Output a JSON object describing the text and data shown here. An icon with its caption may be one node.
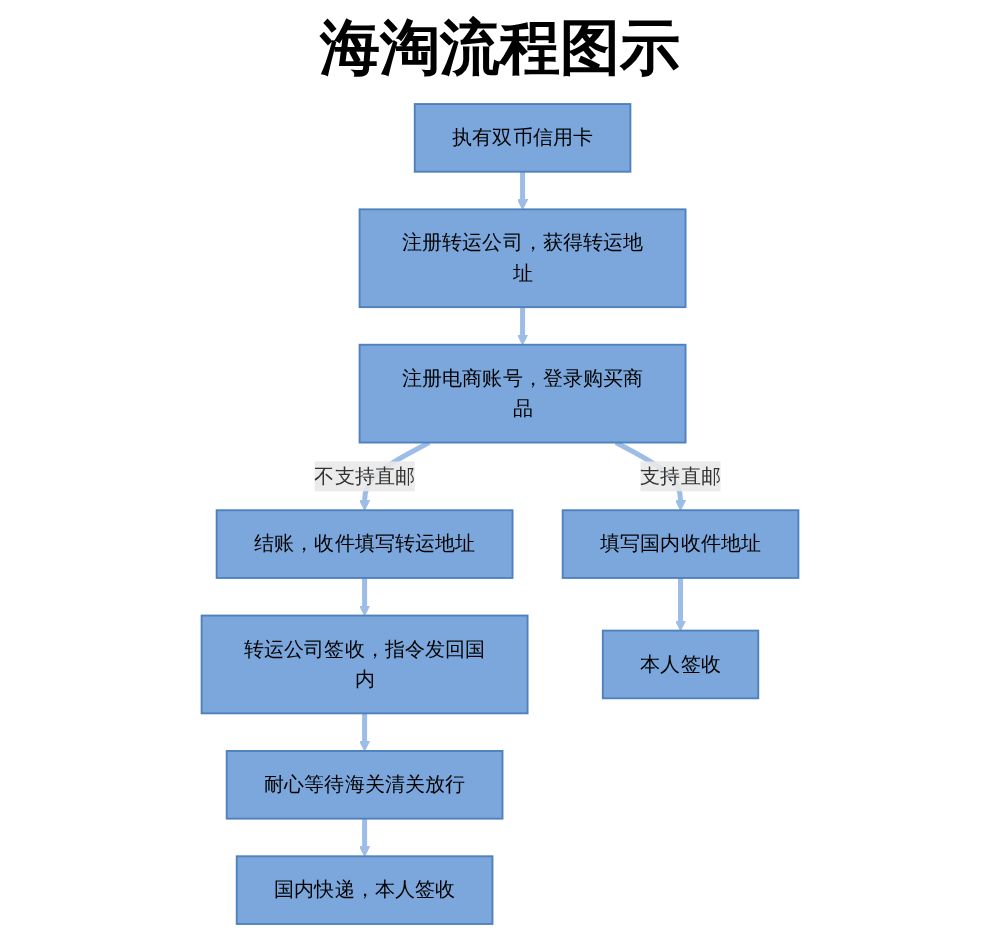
{
  "diagram": {
    "title": "海淘流程图示",
    "nodes": [
      {
        "text": [
          "执有双币信用卡"
        ]
      },
      {
        "text": [
          "注册转运公司，获得转运地址"
        ]
      },
      {
        "text": [
          "注册电商账号，登录购买商品"
        ]
      },
      {
        "text": [
          "结账，收件填写转运地址"
        ]
      },
      {
        "text": [
          "转运公司签收，指令发回国内"
        ]
      },
      {
        "text": [
          "耐心等待海关清关放行"
        ]
      },
      {
        "text": [
          "国内快递，本人签收"
        ]
      },
      {
        "text": [
          "填写国内收件地址"
        ]
      },
      {
        "text": [
          "本人签收"
        ]
      }
    ],
    "edges": [
      {
        "from": 0,
        "to": 1,
        "arrow": "to"
      },
      {
        "from": 1,
        "to": 2,
        "arrow": "to"
      },
      {
        "from": 2,
        "to": 3,
        "arrow": "to",
        "label": "不支持直邮"
      },
      {
        "from": 3,
        "to": 4,
        "arrow": "to"
      },
      {
        "from": 4,
        "to": 5,
        "arrow": "to"
      },
      {
        "from": 5,
        "to": 6,
        "arrow": "to"
      },
      {
        "from": 2,
        "to": 7,
        "arrow": "to",
        "label": "支持直邮"
      },
      {
        "from": 7,
        "to": 8,
        "arrow": "to"
      }
    ]
  }
}
